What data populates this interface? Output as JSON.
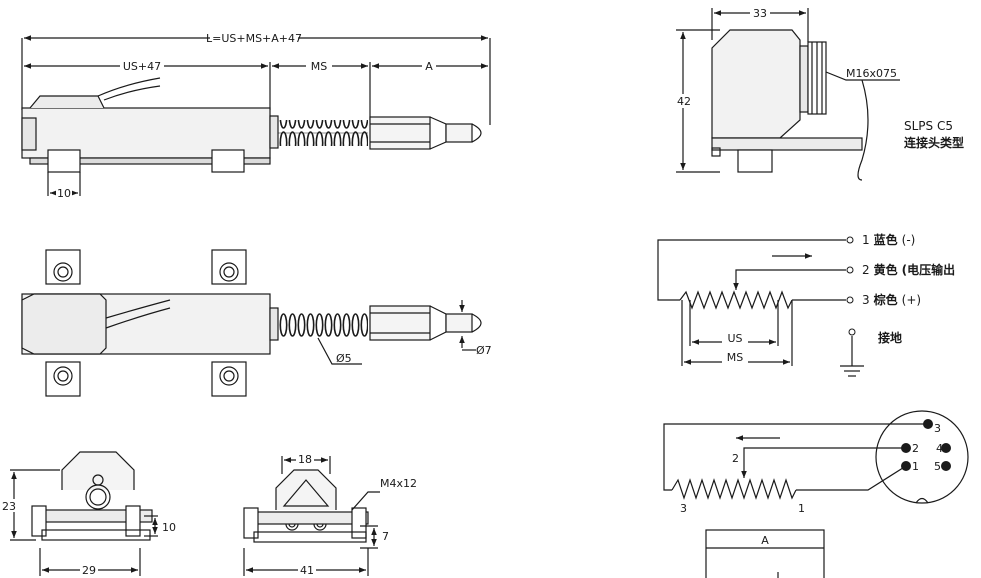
{
  "dims": {
    "total_length": "L=US+MS+A+47",
    "us47": "US+47",
    "ms": "MS",
    "a": "A",
    "ten": "10",
    "d5": "Ø5",
    "d7": "Ø7",
    "h23": "23",
    "h10": "10",
    "w29": "29",
    "w18": "18",
    "m4x12": "M4x12",
    "h7": "7",
    "w41": "41",
    "w33": "33",
    "h42": "42",
    "m16": "M16x075"
  },
  "connector": {
    "model": "SLPS C5",
    "type_label": "连接头类型"
  },
  "wiring": {
    "pin1_num": "1",
    "pin1_color": "蓝色",
    "pin1_sign": "(-)",
    "pin2_num": "2",
    "pin2_color": "黄色",
    "pin2_desc": "(电压输出",
    "pin3_num": "3",
    "pin3_color": "棕色",
    "pin3_sign": "(+)",
    "ground": "接地",
    "us": "US",
    "ms": "MS"
  },
  "pinout": {
    "p3": "3",
    "p2": "2",
    "p4": "4",
    "p1": "1",
    "p5": "5",
    "wiper": "2",
    "left_end": "3",
    "right_end": "1",
    "a_box": "A"
  }
}
